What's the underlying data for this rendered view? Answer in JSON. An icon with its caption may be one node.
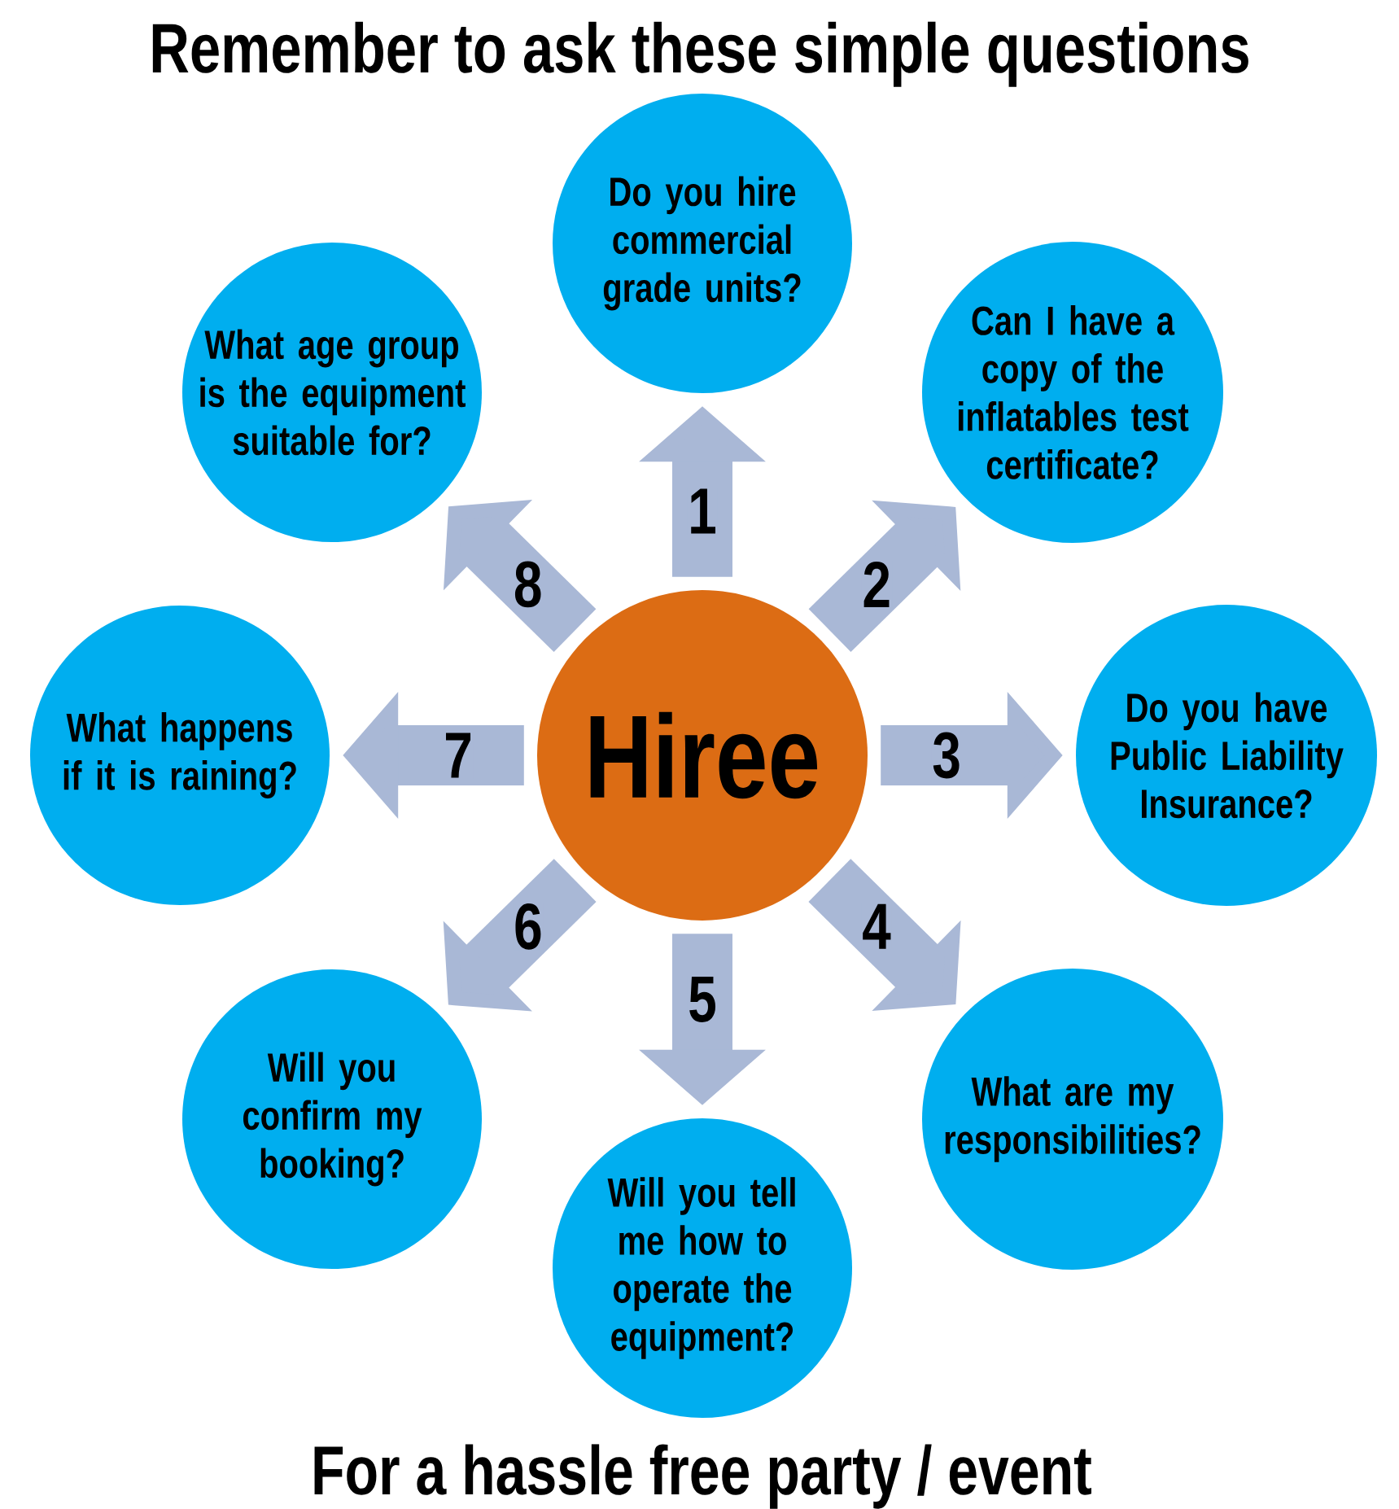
{
  "diagram": {
    "title": "Remember to ask these simple questions",
    "caption": "For a hassle free party / event",
    "nodes": [
      {
        "text": [
          "Hiree"
        ]
      },
      {
        "text": [
          "Do you hire commercial grade units?"
        ]
      },
      {
        "text": [
          "Can I have a copy of the inflatables test certificate?"
        ]
      },
      {
        "text": [
          "Do you have Public Liability Insurance?"
        ]
      },
      {
        "text": [
          "What are my responsibilities?"
        ]
      },
      {
        "text": [
          "Will you tell me how to operate the equipment?"
        ]
      },
      {
        "text": [
          "Will you confirm my booking?"
        ]
      },
      {
        "text": [
          "What happens if it is raining?"
        ]
      },
      {
        "text": [
          "What age group is the equipment suitable for?"
        ]
      }
    ],
    "edges": [
      {
        "from": 0,
        "to": 1,
        "arrow": "to",
        "label": "1"
      },
      {
        "from": 0,
        "to": 2,
        "arrow": "to",
        "label": "2"
      },
      {
        "from": 0,
        "to": 3,
        "arrow": "to",
        "label": "3"
      },
      {
        "from": 0,
        "to": 4,
        "arrow": "to",
        "label": "4"
      },
      {
        "from": 0,
        "to": 5,
        "arrow": "to",
        "label": "5"
      },
      {
        "from": 0,
        "to": 6,
        "arrow": "to",
        "label": "6"
      },
      {
        "from": 0,
        "to": 7,
        "arrow": "to",
        "label": "7"
      },
      {
        "from": 0,
        "to": 8,
        "arrow": "to",
        "label": "8"
      }
    ]
  }
}
